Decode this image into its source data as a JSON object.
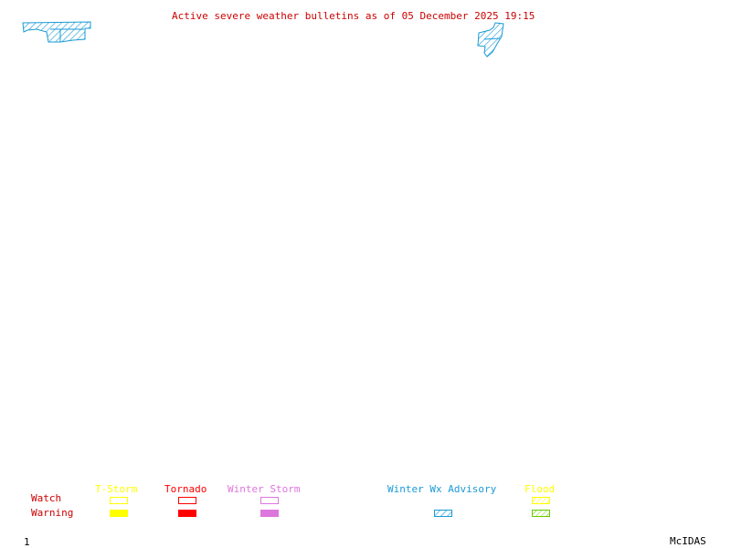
{
  "title": "Active severe weather bulletins as of 05 December 2025 19:15",
  "legend": {
    "row_labels": {
      "watch": "Watch",
      "warning": "Warning"
    },
    "categories": [
      {
        "name": "T-Storm",
        "color": "#ffff00",
        "watch_style": "outline",
        "warning_style": "solid"
      },
      {
        "name": "Tornado",
        "color": "#ff0000",
        "watch_style": "outline",
        "warning_style": "solid"
      },
      {
        "name": "Winter Storm",
        "color": "#dd77dd",
        "watch_style": "outline",
        "warning_style": "solid"
      },
      {
        "name": "Winter Wx Advisory",
        "color": "#1a9ad6",
        "warning_style": "hatched"
      },
      {
        "name": "Flood",
        "color": "#ffff00",
        "watch_style": "hatched",
        "warning_style": "hatched",
        "warning_color": "#66cc00"
      }
    ]
  },
  "frame_number": "1",
  "software_label": "McIDAS",
  "active_areas": [
    {
      "region": "northwest",
      "type": "Winter Wx Advisory"
    },
    {
      "region": "northeast",
      "type": "Winter Wx Advisory"
    }
  ]
}
